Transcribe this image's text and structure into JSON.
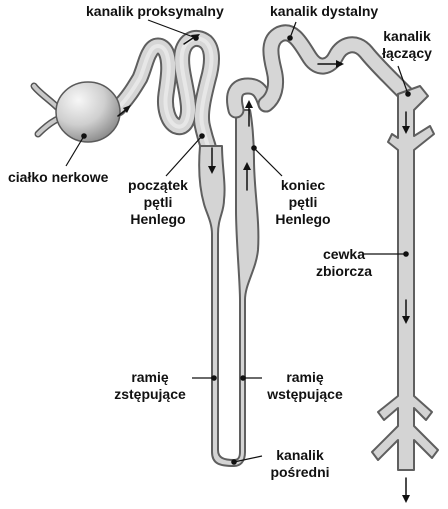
{
  "diagram": {
    "colors": {
      "tubule_fill": "#d4d4d4",
      "tubule_edge": "#6a6a6a",
      "text": "#111111"
    },
    "labels": {
      "proximal": "kanalik proksymalny",
      "distal": "kanalik dystalny",
      "connecting_1": "kanalik",
      "connecting_2": "łączący",
      "corpuscle": "ciałko nerkowe",
      "loop_start_1": "początek",
      "loop_start_2": "pętli",
      "loop_start_3": "Henlego",
      "loop_end_1": "koniec",
      "loop_end_2": "pętli",
      "loop_end_3": "Henlego",
      "collecting_1": "cewka",
      "collecting_2": "zbiorcza",
      "descending_1": "ramię",
      "descending_2": "zstępujące",
      "ascending_1": "ramię",
      "ascending_2": "wstępujące",
      "intermediate_1": "kanalik",
      "intermediate_2": "pośredni"
    }
  }
}
